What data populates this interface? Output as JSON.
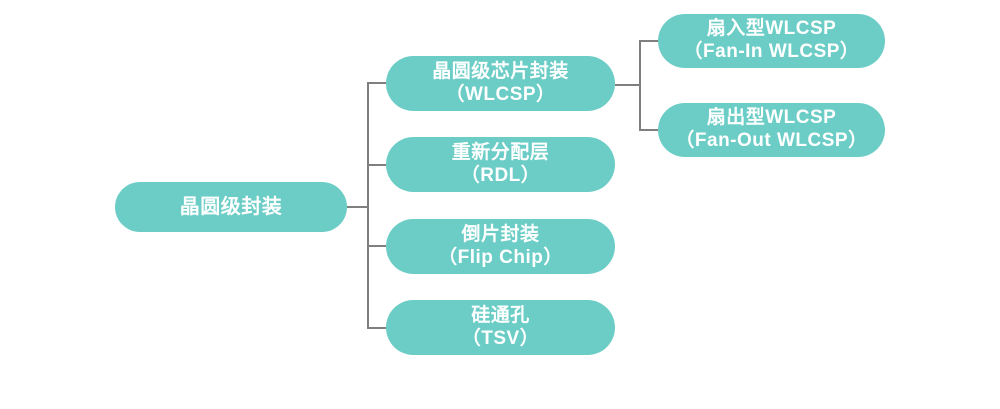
{
  "diagram": {
    "root": {
      "line1": "晶圆级封装"
    },
    "level2": [
      {
        "line1": "晶圆级芯片封装",
        "line2": "（WLCSP）"
      },
      {
        "line1": "重新分配层",
        "line2": "（RDL）"
      },
      {
        "line1": "倒片封装",
        "line2": "（Flip Chip）"
      },
      {
        "line1": "硅通孔",
        "line2": "（TSV）"
      }
    ],
    "level3": [
      {
        "line1": "扇入型WLCSP",
        "line2": "（Fan-In WLCSP）"
      },
      {
        "line1": "扇出型WLCSP",
        "line2": "（Fan-Out WLCSP）"
      }
    ],
    "colors": {
      "node_fill": "#6bcdc6",
      "node_text": "#ffffff",
      "connector": "#7f7f7f",
      "background": "#ffffff"
    }
  }
}
